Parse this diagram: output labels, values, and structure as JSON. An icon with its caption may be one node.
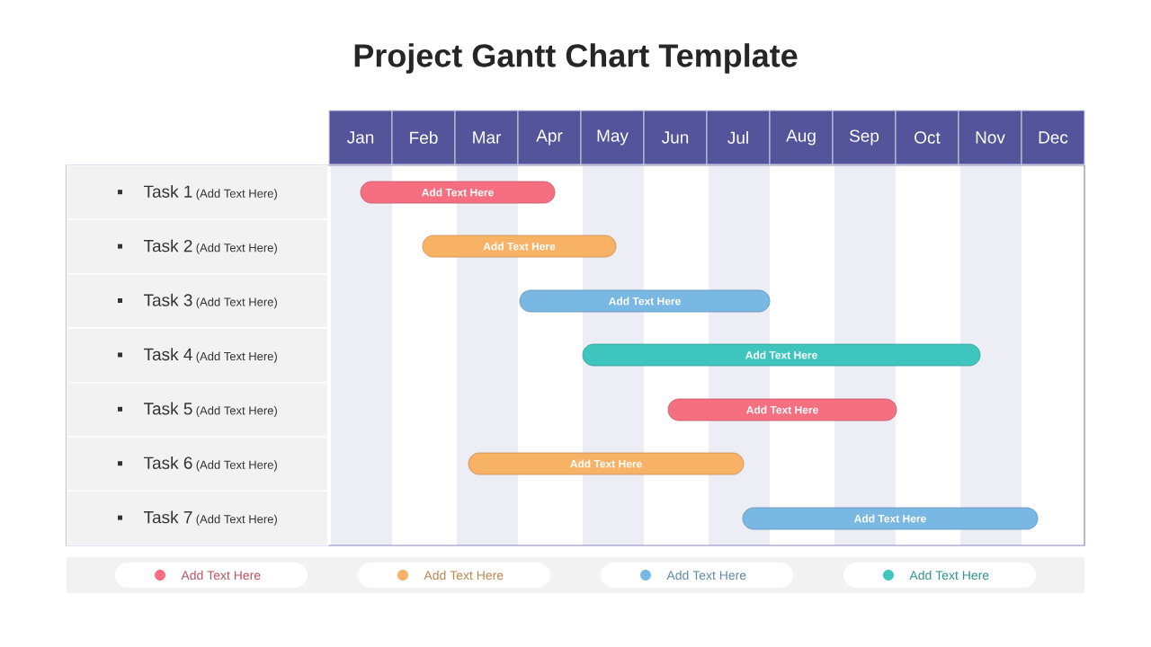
{
  "diagram": {
    "title": "Project Gantt Chart Template",
    "nodes": [
      {
        "text": [
          "Task 1",
          "(Add Text Here)"
        ]
      },
      {
        "text": [
          "Task 2",
          "(Add Text Here)"
        ]
      },
      {
        "text": [
          "Task 3",
          "(Add Text Here)"
        ]
      },
      {
        "text": [
          "Task 4",
          "(Add Text Here)"
        ]
      },
      {
        "text": [
          "Task 5",
          "(Add Text Here)"
        ]
      },
      {
        "text": [
          "Task 6",
          "(Add Text Here)"
        ]
      },
      {
        "text": [
          "Task 7",
          "(Add Text Here)"
        ]
      },
      {
        "text": [
          "Add Text Here"
        ]
      },
      {
        "text": [
          "Add Text Here"
        ]
      },
      {
        "text": [
          "Add Text Here"
        ]
      },
      {
        "text": [
          "Add Text Here"
        ]
      },
      {
        "text": [
          "Add Text Here"
        ]
      },
      {
        "text": [
          "Add Text Here"
        ]
      },
      {
        "text": [
          "Add Text Here"
        ]
      }
    ],
    "labels": [
      "Jan",
      "Feb",
      "Mar",
      "Apr",
      "May",
      "Jun",
      "Jul",
      "Aug",
      "Sep",
      "Oct",
      "Nov",
      "Dec"
    ],
    "legend": [
      {
        "text": "Add Text Here",
        "color": "#f56f80"
      },
      {
        "text": "Add Text Here",
        "color": "#f8b266"
      },
      {
        "text": "Add Text Here",
        "color": "#7ab8e4"
      },
      {
        "text": "Add Text Here",
        "color": "#3ec6be"
      }
    ]
  }
}
